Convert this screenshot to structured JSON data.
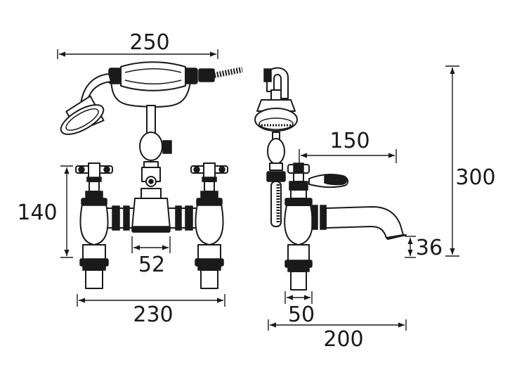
{
  "dimensions": {
    "handset_width": "250",
    "centre_height": "140",
    "outlet_width": "52",
    "tap_centres": "230",
    "spout_reach": "150",
    "overall_height": "300",
    "spout_clearance": "36",
    "base_width": "50",
    "overall_depth": "200"
  },
  "colors": {
    "line": "#1a1a1a",
    "background": "#ffffff"
  }
}
